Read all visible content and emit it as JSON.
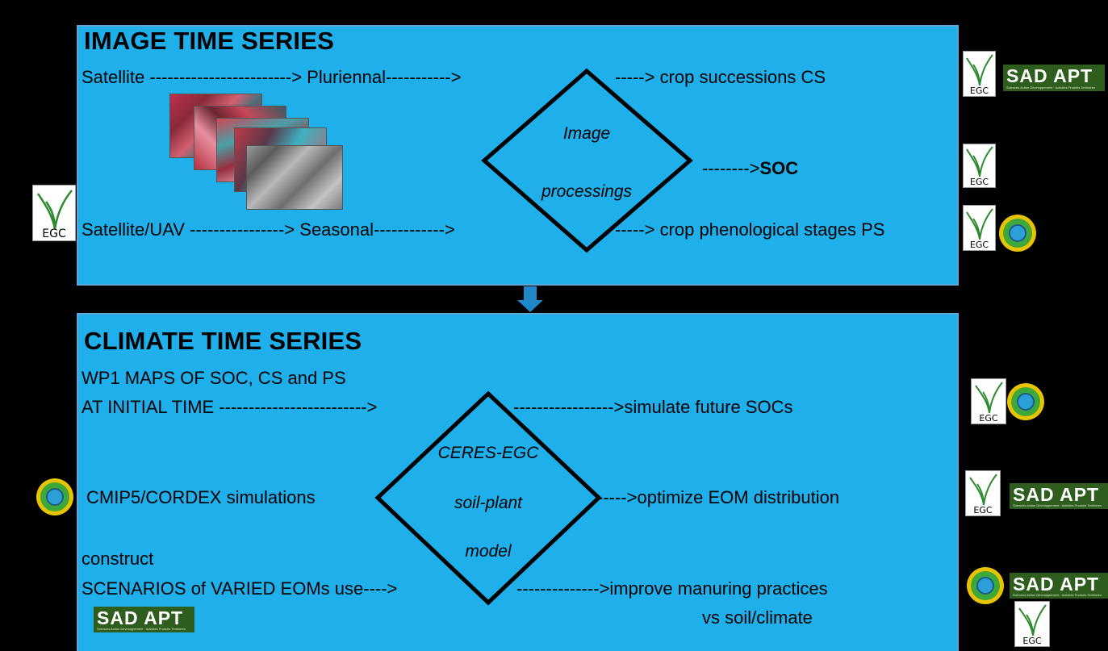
{
  "top": {
    "title": "IMAGE TIME SERIES",
    "line1": {
      "source": "Satellite ------------------------> Pluriennal----------->",
      "result": "-----> crop successions CS"
    },
    "soc": {
      "arrow": "-------->",
      "label": "SOC"
    },
    "line2": {
      "source": "Satellite/UAV ----------------> Seasonal------------>",
      "result": "-----> crop phenological stages PS"
    },
    "diamond": {
      "line1": "Image",
      "line2": "processings"
    }
  },
  "bottom": {
    "title": "CLIMATE TIME SERIES",
    "maps_line1": "WP1 MAPS OF SOC, CS and PS",
    "maps_line2": "AT INITIAL TIME  ------------------------->",
    "simulate": "----------------->simulate future SOCs",
    "cmip": "CMIP5/CORDEX simulations",
    "optimize": "----->optimize EOM distribution",
    "construct": "construct",
    "scenarios": "SCENARIOS of VARIED EOMs use---->",
    "improve": "-------------->improve manuring practices",
    "vs": "vs soil/climate",
    "diamond": {
      "line1": "CERES-EGC",
      "line2": "soil-plant",
      "line3": "model"
    }
  },
  "logos": {
    "egc_text": "EGC",
    "sadapt_text": "SAD APT",
    "sadapt_sub": "Sciences Action Développement · Activités Produits Territoires"
  },
  "colors": {
    "background": "#000000",
    "panel": "#1fb0ec",
    "arrow": "#1e88c8",
    "sadapt": "#2f5d1e",
    "ring_outer": "#e8c400",
    "ring_mid": "#3fa83a",
    "ring_inner": "#2ba0d8"
  }
}
